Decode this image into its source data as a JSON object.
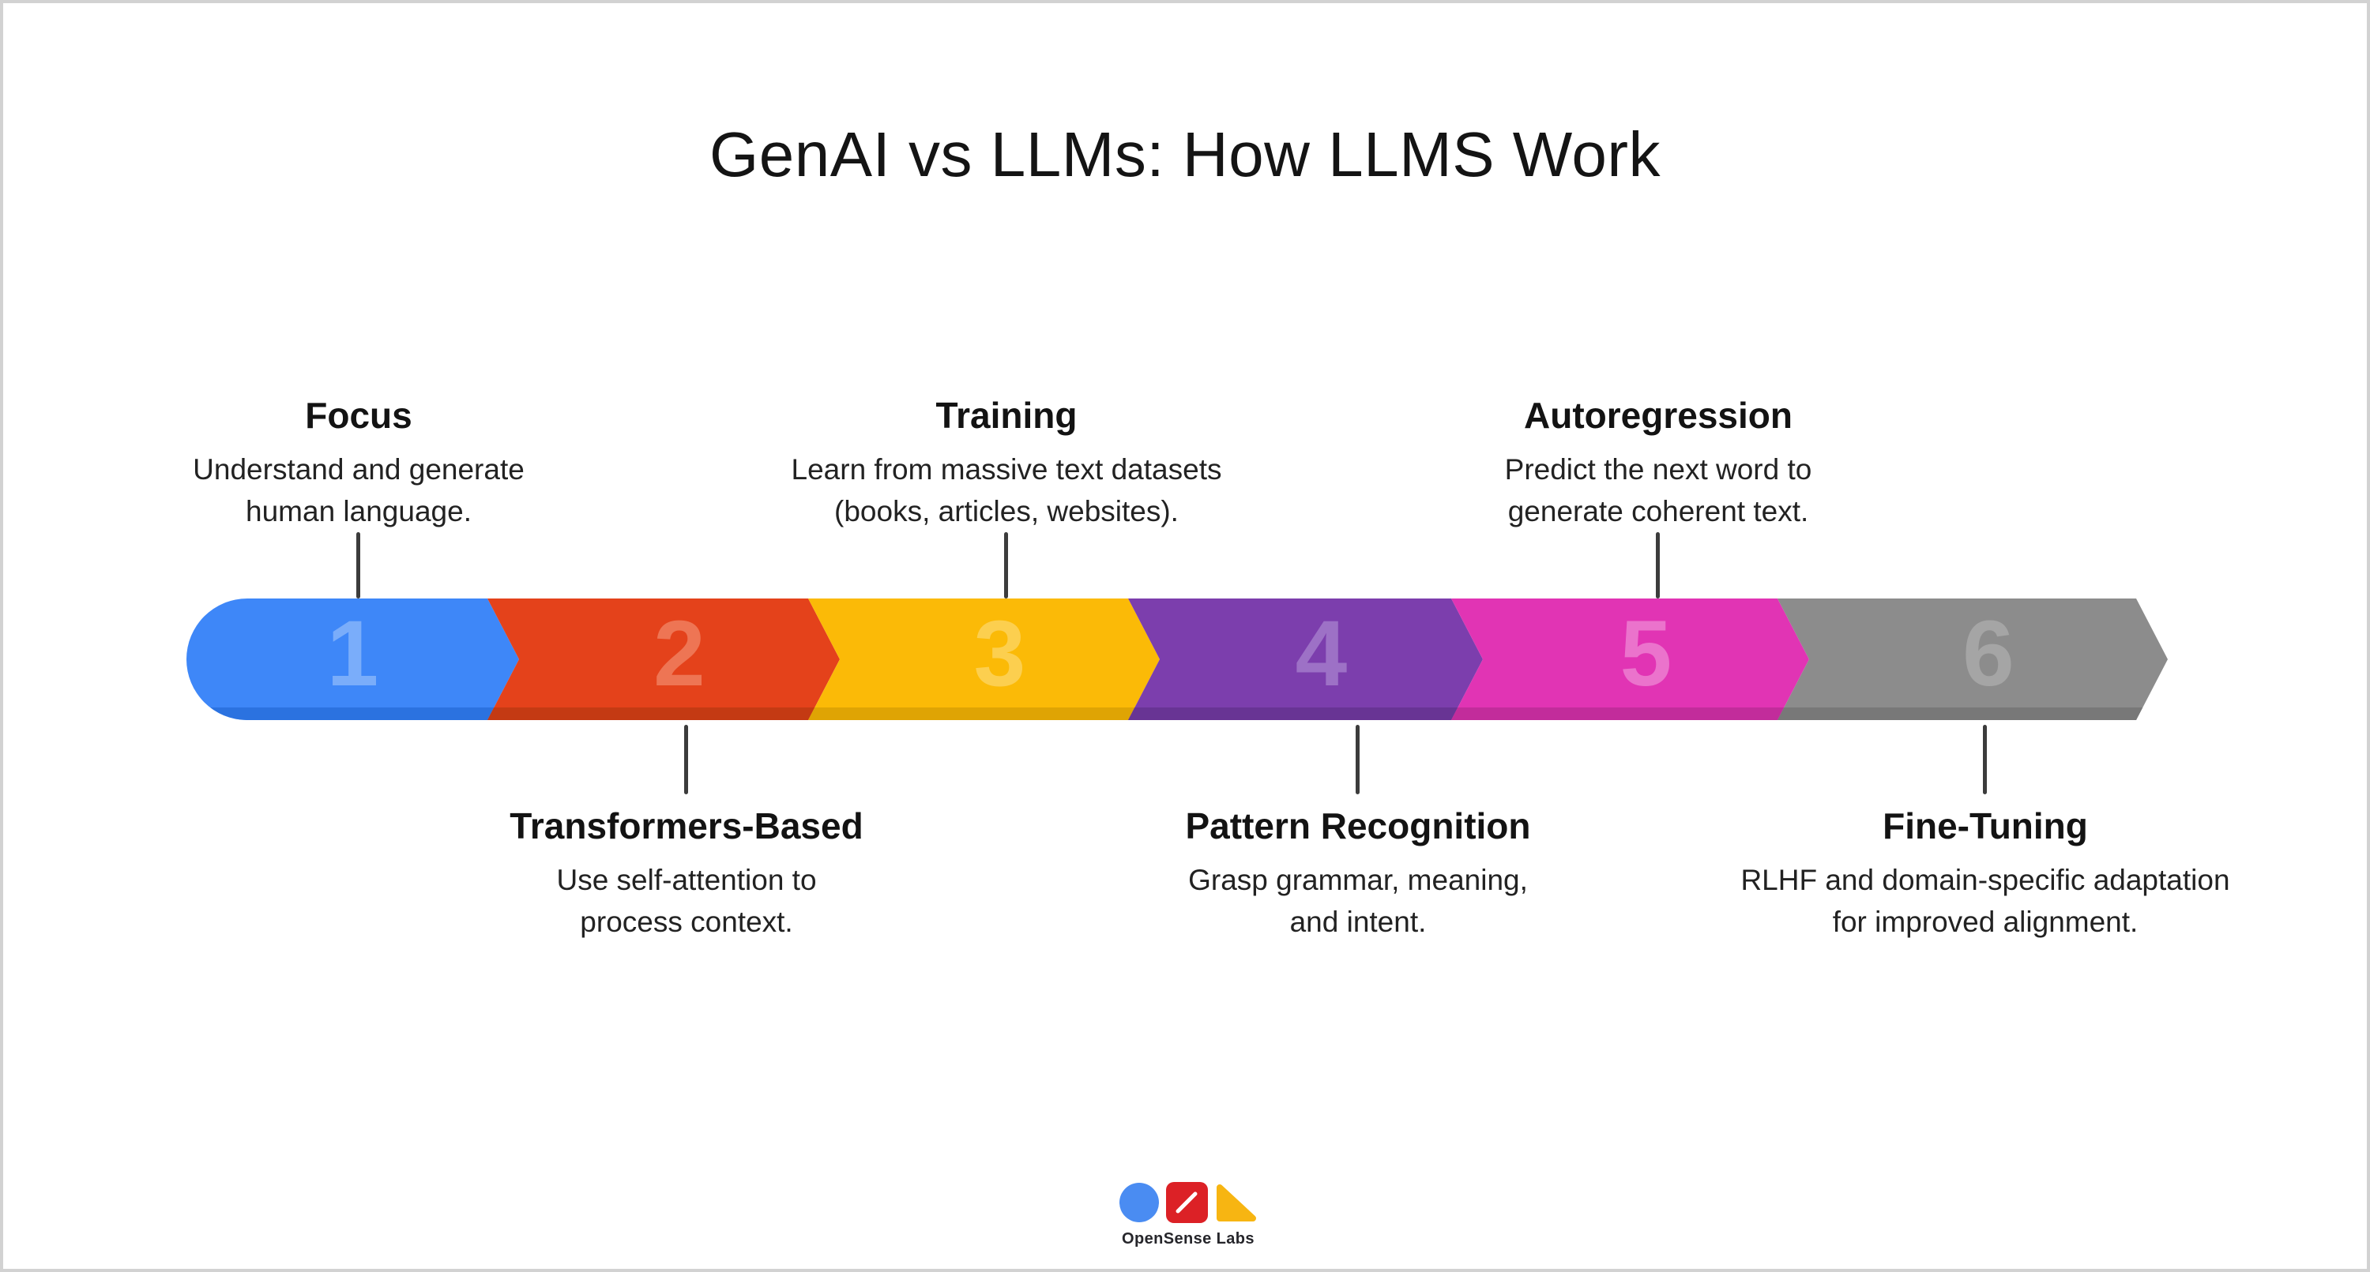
{
  "title": "GenAI vs LLMs: How LLMS Work",
  "callouts_top": [
    {
      "heading": "Focus",
      "description": "Understand and generate human language."
    },
    {
      "heading": "Training",
      "description": "Learn from massive text datasets (books, articles, websites)."
    },
    {
      "heading": "Autoregression",
      "description": "Predict the next word to generate coherent text."
    }
  ],
  "callouts_bottom": [
    {
      "heading": "Transformers-Based",
      "description": "Use self-attention to process context."
    },
    {
      "heading": "Pattern Recognition",
      "description": "Grasp grammar, meaning, and intent."
    },
    {
      "heading": "Fine-Tuning",
      "description": "RLHF and domain-specific adaptation for improved alignment."
    }
  ],
  "timeline": {
    "segments": [
      {
        "number": "1",
        "fill": "#3e87f8",
        "shade": "#2b72e0",
        "number_color": "#7aadfa"
      },
      {
        "number": "2",
        "fill": "#e4421b",
        "shade": "#c43a13",
        "number_color": "#ee7554"
      },
      {
        "number": "3",
        "fill": "#fbba07",
        "shade": "#dfa404",
        "number_color": "#fccf4f"
      },
      {
        "number": "4",
        "fill": "#7c3ead",
        "shade": "#683494",
        "number_color": "#9d71c6"
      },
      {
        "number": "5",
        "fill": "#e134b4",
        "shade": "#c22c9b",
        "number_color": "#eb73cc"
      },
      {
        "number": "6",
        "fill": "#8c8c8c",
        "shade": "#787878",
        "number_color": "#a5a5a5"
      }
    ]
  },
  "footer": {
    "brand": "OpenSense Labs",
    "logo_colors": {
      "circle": "#4a8cf2",
      "square": "#dc2126",
      "slash": "#ffffff",
      "triangle": "#f7b512"
    }
  },
  "colors": {
    "background": "#ffffff",
    "canvas_border": "#d2d2d2",
    "connector": "#3c3c3c"
  }
}
